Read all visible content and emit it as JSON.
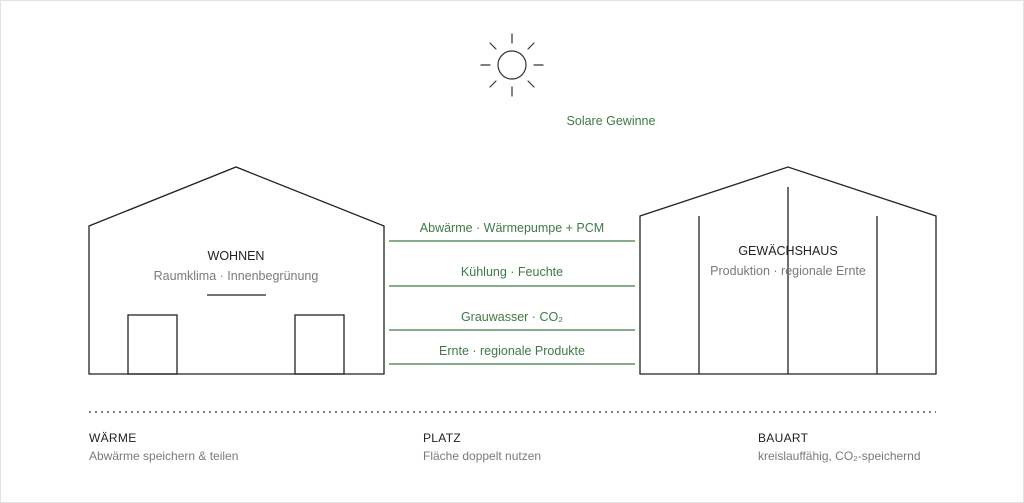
{
  "solar": {
    "label": "Solare Gewinne"
  },
  "left_house": {
    "title": "WOHNEN",
    "subtitle": "Raumklima · Innenbegrünung"
  },
  "right_house": {
    "title": "GEWÄCHSHAUS",
    "subtitle": "Produktion · regionale Ernte"
  },
  "flows": [
    "Abwärme · Wärmepumpe + PCM",
    "Kühlung · Feuchte",
    "Grauwasser · CO₂",
    "Ernte · regionale Produkte"
  ],
  "footer": [
    {
      "title": "WÄRME",
      "subtitle": "Abwärme speichern & teilen"
    },
    {
      "title": "PLATZ",
      "subtitle": "Fläche doppelt nutzen"
    },
    {
      "title": "BAUART",
      "subtitle": "kreislauffähig, CO₂-speichernd"
    }
  ],
  "colors": {
    "line": "#222222",
    "flow": "#3f7a45",
    "muted": "#7a7a7a"
  },
  "icons": [
    "sun-icon"
  ]
}
